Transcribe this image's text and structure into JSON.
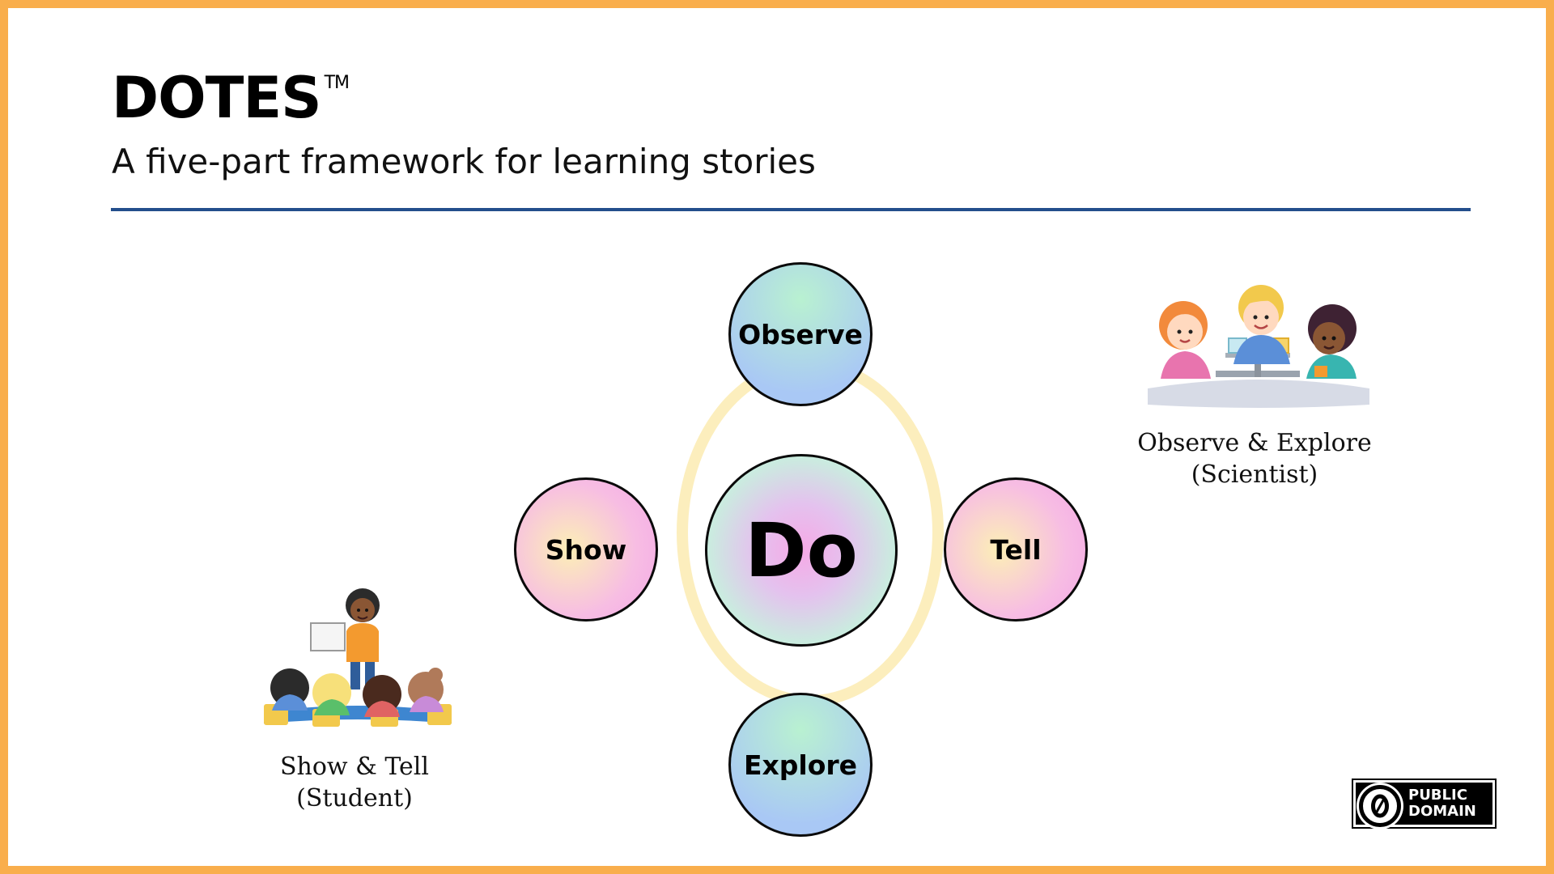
{
  "header": {
    "title": "DOTES",
    "trademark": "TM",
    "subtitle": "A five-part framework for learning stories"
  },
  "diagram": {
    "center": "Do",
    "top": "Observe",
    "left": "Show",
    "right": "Tell",
    "bottom": "Explore"
  },
  "illustrations": {
    "scientist": {
      "caption_line1": "Observe & Explore",
      "caption_line2": "(Scientist)",
      "icon": "children-science-experiment-icon"
    },
    "student": {
      "caption_line1": "Show & Tell",
      "caption_line2": "(Student)",
      "icon": "student-presenting-to-class-icon"
    }
  },
  "license": {
    "line1": "PUBLIC",
    "line2": "DOMAIN",
    "symbol": "0",
    "icon": "cc-zero-icon"
  },
  "colors": {
    "border": "#F9AE4C",
    "rule": "#234E8C",
    "ring": "#FBEBB2",
    "blue_green_node": "#A9C8F5",
    "pink_yellow_node": "#F7BDE3"
  }
}
